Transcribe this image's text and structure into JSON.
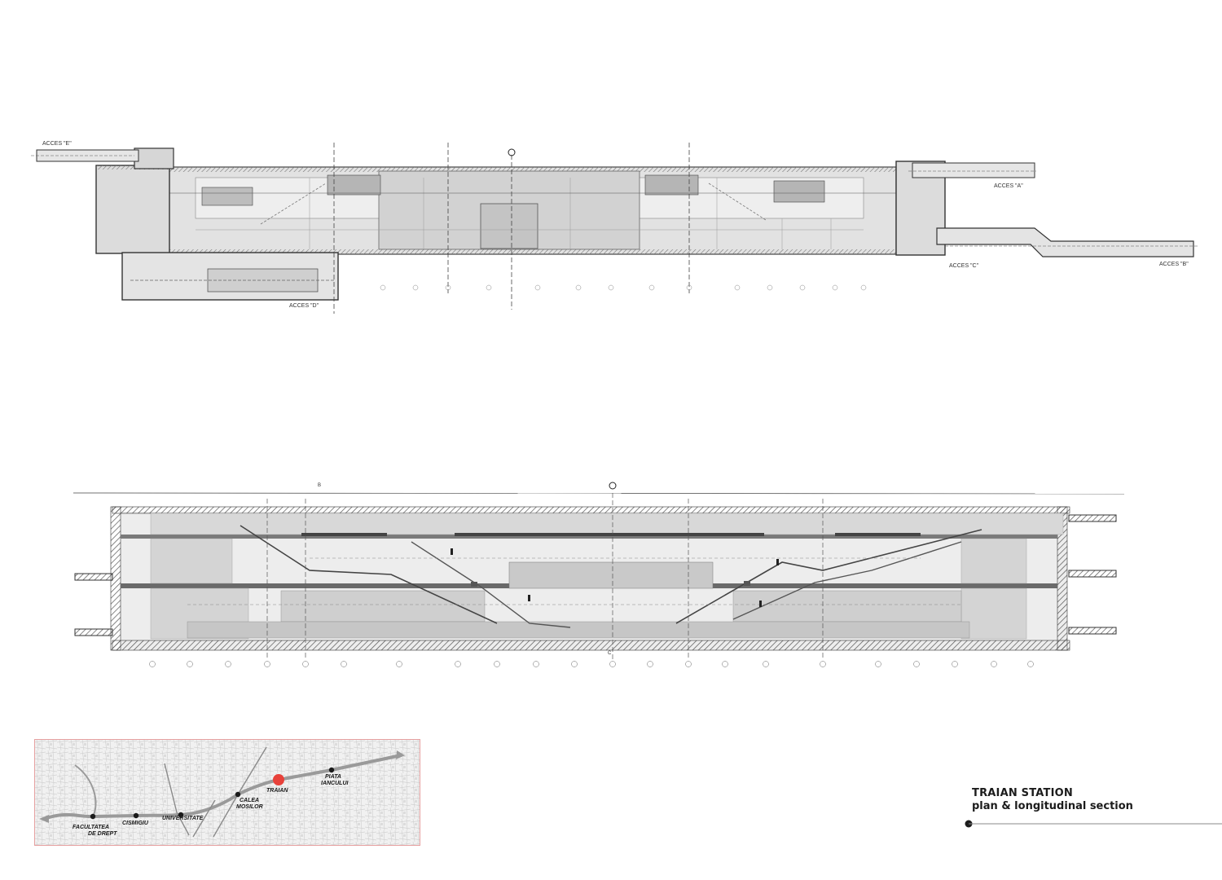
{
  "plan": {
    "access_labels": {
      "a": "ACCES \"A\"",
      "b": "ACCES \"B\"",
      "c": "ACCES \"C\"",
      "d": "ACCES \"D\"",
      "e": "ACCES \"E\""
    }
  },
  "section": {
    "section_marks": [
      "B",
      "C"
    ]
  },
  "map": {
    "highlight_color": "#e8413a",
    "stations": {
      "facultatea_l1": "FACULTATEA",
      "facultatea_l2": "DE DREPT",
      "cismigiu": "CISMIGIU",
      "universitate": "UNIVERSITATE",
      "calea_l1": "CALEA",
      "calea_l2": "MOSILOR",
      "traian": "TRAIAN",
      "piata_l1": "PIATA",
      "piata_l2": "IANCULUI"
    }
  },
  "title_block": {
    "title": "TRAIAN STATION",
    "subtitle": "plan & longitudinal section"
  }
}
